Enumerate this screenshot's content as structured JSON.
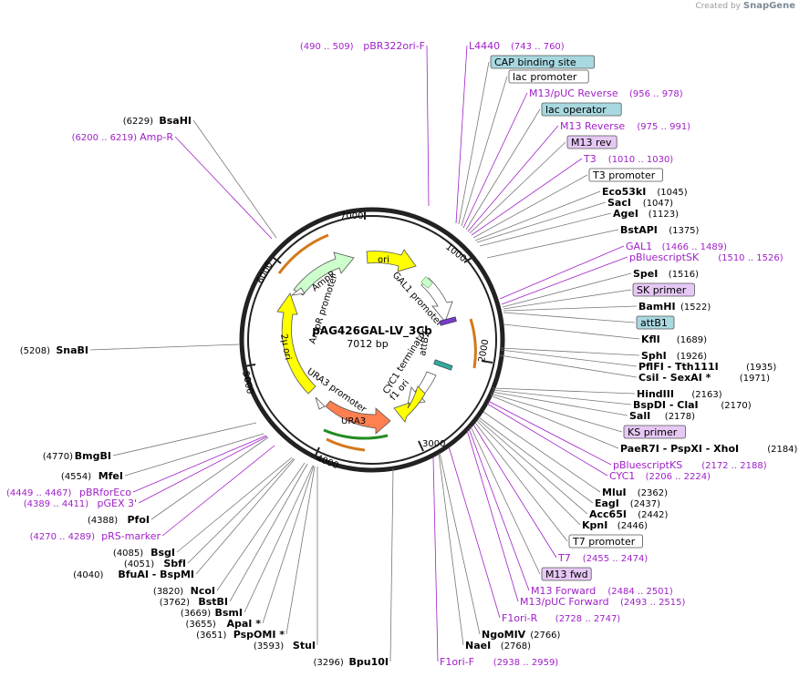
{
  "watermark": {
    "prefix": "Created by",
    "brand": "SnapGene"
  },
  "plasmid": {
    "name": "pAG426GAL-LV_3Cb",
    "size": "7012 bp"
  },
  "ticks": [
    "1000",
    "2000",
    "3000",
    "4000",
    "5000",
    "6000",
    "7000"
  ],
  "colors": {
    "ori": "#ffff00",
    "amp": "#ccffcc",
    "ura3": "#ff7f50",
    "twomicron": "#ffff00",
    "feature": "#a020c8",
    "lacop": "#a8d8e0",
    "primer": "#e6c8f5",
    "border": "#222222"
  },
  "inner_features": [
    {
      "label": "ori"
    },
    {
      "label": "AmpR"
    },
    {
      "label": "AmpR promoter"
    },
    {
      "label": "GAL1 promoter"
    },
    {
      "label": "2μ ori"
    },
    {
      "label": "URA3 promoter"
    },
    {
      "label": "URA3"
    },
    {
      "label": "CYC1 terminator"
    },
    {
      "label": "f1 ori"
    },
    {
      "label": "attB2"
    }
  ],
  "left_labels": [
    {
      "pos": "(490 .. 509)",
      "name": "pBR322ori-F",
      "kind": "feat"
    },
    {
      "pos": "(6229)",
      "name": "BsaHI",
      "kind": "site"
    },
    {
      "pos": "(6200 .. 6219)",
      "name": "Amp-R",
      "kind": "feat"
    },
    {
      "pos": "(5208)",
      "name": "SnaBI",
      "kind": "site"
    },
    {
      "pos": "(4770)",
      "name": "BmgBI",
      "kind": "site"
    },
    {
      "pos": "(4554)",
      "name": "MfeI",
      "kind": "site"
    },
    {
      "pos": "(4449 .. 4467)",
      "name": "pBRforEco",
      "kind": "feat"
    },
    {
      "pos": "(4389 .. 4411)",
      "name": "pGEX 3'",
      "kind": "feat"
    },
    {
      "pos": "(4388)",
      "name": "PfoI",
      "kind": "site"
    },
    {
      "pos": "(4270 .. 4289)",
      "name": "pRS-marker",
      "kind": "feat"
    },
    {
      "pos": "(4085)",
      "name": "BsgI",
      "kind": "site"
    },
    {
      "pos": "(4051)",
      "name": "SbfI",
      "kind": "site"
    },
    {
      "pos": "(4040)",
      "name": "BfuAI - BspMI",
      "kind": "site"
    },
    {
      "pos": "(3820)",
      "name": "NcoI",
      "kind": "site"
    },
    {
      "pos": "(3762)",
      "name": "BstBI",
      "kind": "site"
    },
    {
      "pos": "(3669)",
      "name": "BsmI",
      "kind": "site"
    },
    {
      "pos": "(3655)",
      "name": "ApaI *",
      "kind": "site"
    },
    {
      "pos": "(3651)",
      "name": "PspOMI *",
      "kind": "site"
    },
    {
      "pos": "(3593)",
      "name": "StuI",
      "kind": "site"
    },
    {
      "pos": "(3296)",
      "name": "Bpu10I",
      "kind": "site"
    }
  ],
  "right_labels": [
    {
      "name": "L4440",
      "pos": "(743 .. 760)",
      "kind": "feat"
    },
    {
      "name": "CAP binding site",
      "kind": "box-blue"
    },
    {
      "name": "lac promoter",
      "kind": "box-white"
    },
    {
      "name": "M13/pUC Reverse",
      "pos": "(956 .. 978)",
      "kind": "feat"
    },
    {
      "name": "lac operator",
      "kind": "box-blue"
    },
    {
      "name": "M13 Reverse",
      "pos": "(975 .. 991)",
      "kind": "feat"
    },
    {
      "name": "M13 rev",
      "kind": "box-purple"
    },
    {
      "name": "T3",
      "pos": "(1010 .. 1030)",
      "kind": "feat"
    },
    {
      "name": "T3 promoter",
      "kind": "box-white"
    },
    {
      "name": "Eco53kI",
      "pos": "(1045)",
      "kind": "site"
    },
    {
      "name": "SacI",
      "pos": "(1047)",
      "kind": "site"
    },
    {
      "name": "AgeI",
      "pos": "(1123)",
      "kind": "site"
    },
    {
      "name": "BstAPI",
      "pos": "(1375)",
      "kind": "site"
    },
    {
      "name": "GAL1",
      "pos": "(1466 .. 1489)",
      "kind": "feat"
    },
    {
      "name": "pBluescriptSK",
      "pos": "(1510 .. 1526)",
      "kind": "feat"
    },
    {
      "name": "SpeI",
      "pos": "(1516)",
      "kind": "site"
    },
    {
      "name": "SK primer",
      "kind": "box-purple"
    },
    {
      "name": "BamHI",
      "pos": "(1522)",
      "kind": "site"
    },
    {
      "name": "attB1",
      "kind": "box-blue"
    },
    {
      "name": "KflI",
      "pos": "(1689)",
      "kind": "site"
    },
    {
      "name": "SphI",
      "pos": "(1926)",
      "kind": "site"
    },
    {
      "name": "PflFI - Tth111I",
      "pos": "(1935)",
      "kind": "site"
    },
    {
      "name": "CsiI - SexAI *",
      "pos": "(1971)",
      "kind": "site"
    },
    {
      "name": "HindIII",
      "pos": "(2163)",
      "kind": "site"
    },
    {
      "name": "BspDI - ClaI",
      "pos": "(2170)",
      "kind": "site"
    },
    {
      "name": "SalI",
      "pos": "(2178)",
      "kind": "site"
    },
    {
      "name": "KS primer",
      "kind": "box-purple"
    },
    {
      "name": "PaeR7I - PspXI - XhoI",
      "pos": "(2184)",
      "kind": "site"
    },
    {
      "name": "pBluescriptKS",
      "pos": "(2172 .. 2188)",
      "kind": "feat"
    },
    {
      "name": "CYC1",
      "pos": "(2206 .. 2224)",
      "kind": "feat"
    },
    {
      "name": "MluI",
      "pos": "(2362)",
      "kind": "site"
    },
    {
      "name": "EagI",
      "pos": "(2437)",
      "kind": "site"
    },
    {
      "name": "Acc65I",
      "pos": "(2442)",
      "kind": "site"
    },
    {
      "name": "KpnI",
      "pos": "(2446)",
      "kind": "site"
    },
    {
      "name": "T7 promoter",
      "kind": "box-white"
    },
    {
      "name": "T7",
      "pos": "(2455 .. 2474)",
      "kind": "feat"
    },
    {
      "name": "M13 fwd",
      "kind": "box-purple"
    },
    {
      "name": "M13 Forward",
      "pos": "(2484 .. 2501)",
      "kind": "feat"
    },
    {
      "name": "M13/pUC Forward",
      "pos": "(2493 .. 2515)",
      "kind": "feat"
    },
    {
      "name": "F1ori-R",
      "pos": "(2728 .. 2747)",
      "kind": "feat"
    },
    {
      "name": "NgoMIV",
      "pos": "(2766)",
      "kind": "site"
    },
    {
      "name": "NaeI",
      "pos": "(2768)",
      "kind": "site"
    },
    {
      "name": "F1ori-F",
      "pos": "(2938 .. 2959)",
      "kind": "feat"
    }
  ]
}
